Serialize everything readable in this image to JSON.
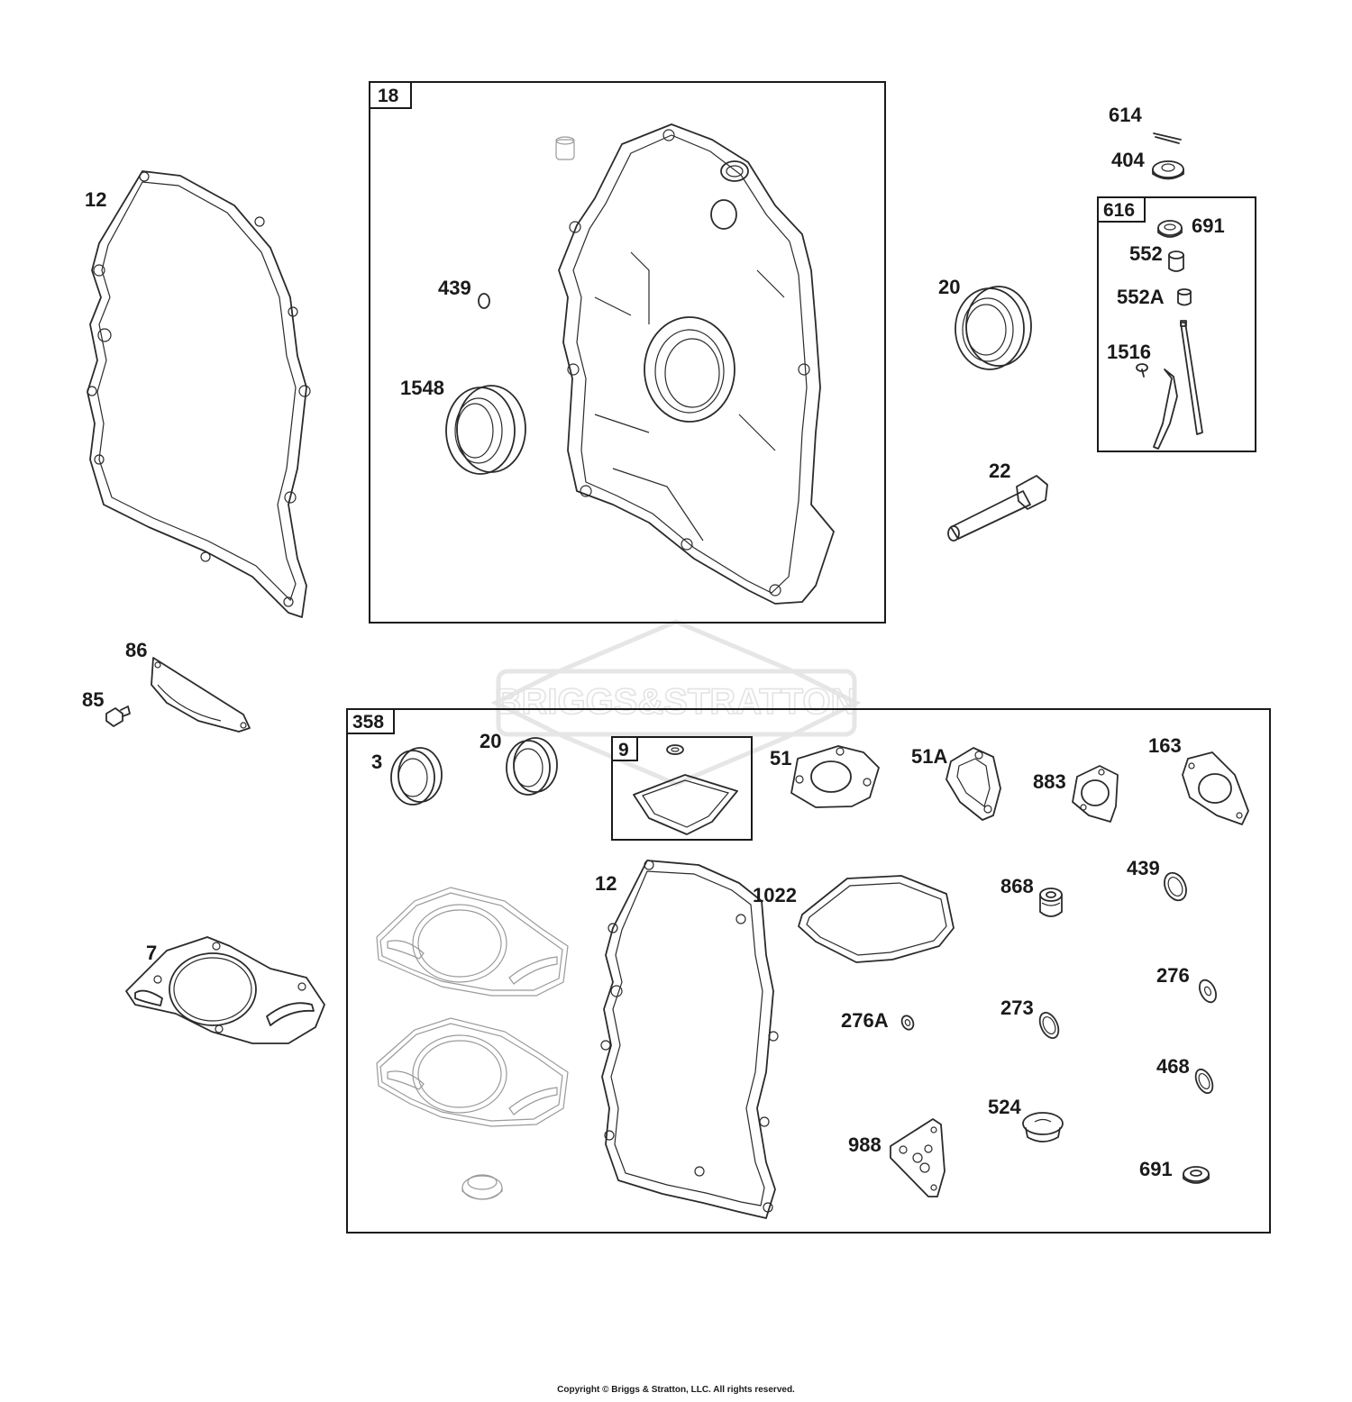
{
  "watermark": {
    "brand": "BRIGGS&STRATTON"
  },
  "copyright": "Copyright © Briggs & Stratton, LLC. All rights reserved.",
  "groups": {
    "g18": "18",
    "g616": "616",
    "g358": "358",
    "g9": "9"
  },
  "labels": {
    "p12_top": "12",
    "p439_top": "439",
    "p1548": "1548",
    "p20_top": "20",
    "p22": "22",
    "p614": "614",
    "p404": "404",
    "p691_top": "691",
    "p552": "552",
    "p552A": "552A",
    "p1516": "1516",
    "p86": "86",
    "p85": "85",
    "p7": "7",
    "p3": "3",
    "p20_kit": "20",
    "p51": "51",
    "p51A": "51A",
    "p883": "883",
    "p163": "163",
    "p12_kit": "12",
    "p1022": "1022",
    "p868": "868",
    "p439_kit": "439",
    "p276": "276",
    "p276A": "276A",
    "p273": "273",
    "p468": "468",
    "p524": "524",
    "p988": "988",
    "p691_kit": "691"
  }
}
